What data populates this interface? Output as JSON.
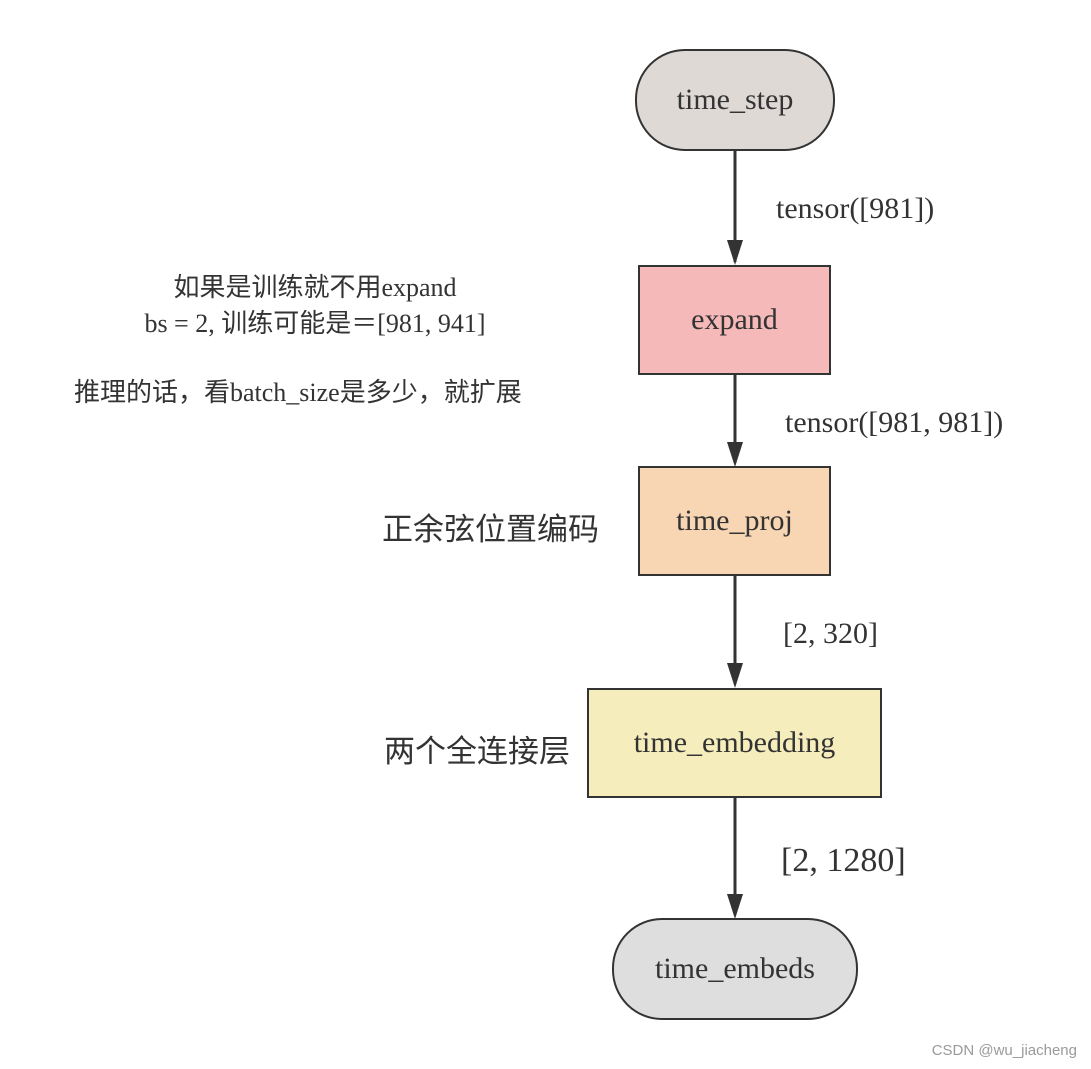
{
  "nodes": {
    "time_step": {
      "label": "time_step",
      "fill": "#dfd9d6"
    },
    "expand": {
      "label": "expand",
      "fill": "#f4b9b8"
    },
    "time_proj": {
      "label": "time_proj",
      "fill": "#f8d5b3"
    },
    "time_embedding": {
      "label": "time_embedding",
      "fill": "#f6edbd"
    },
    "time_embeds": {
      "label": "time_embeds",
      "fill": "#dedede"
    }
  },
  "edges": [
    {
      "from": "time_step",
      "to": "expand",
      "label": "tensor([981])"
    },
    {
      "from": "expand",
      "to": "time_proj",
      "label": "tensor([981, 981])"
    },
    {
      "from": "time_proj",
      "to": "time_embedding",
      "label": "[2, 320]"
    },
    {
      "from": "time_embedding",
      "to": "time_embeds",
      "label": "[2, 1280]"
    }
  ],
  "notes": {
    "expand_note": {
      "line1": "如果是训练就不用expand",
      "line2": "bs = 2, 训练可能是＝[981, 941]",
      "line3": "推理的话，看batch_size是多少，就扩展"
    },
    "time_proj_note": "正余弦位置编码",
    "time_embedding_note": "两个全连接层"
  },
  "watermark": "CSDN @wu_jiacheng",
  "colors": {
    "stroke": "#333333",
    "text": "#333333"
  }
}
